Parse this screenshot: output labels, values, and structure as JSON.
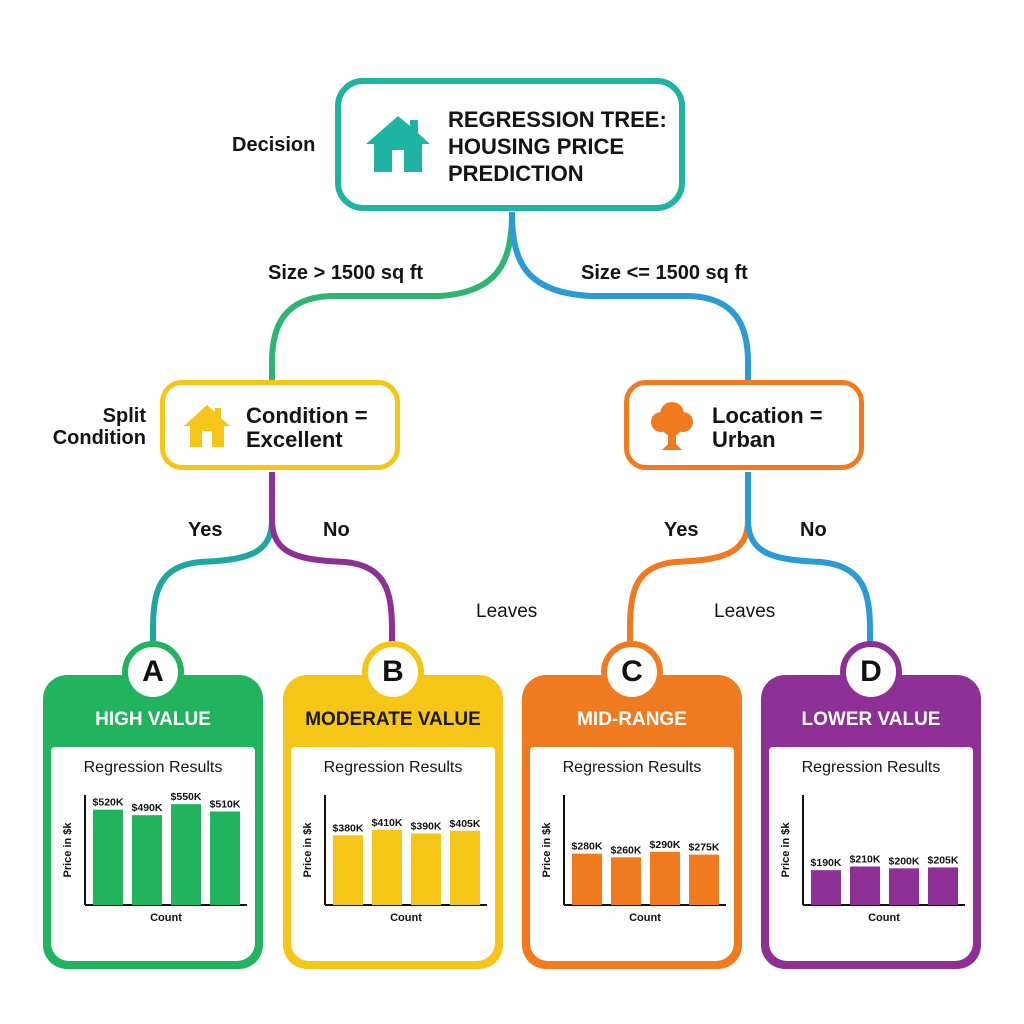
{
  "root": {
    "side_label": "Decision",
    "title_lines": [
      "REGRESSION TREE:",
      "HOUSING PRICE",
      "PREDICTION"
    ],
    "icon": "house-icon",
    "color": "#1eb3a3"
  },
  "splits": {
    "left_edge_label": "Size > 1500 sq ft",
    "right_edge_label": "Size <= 1500 sq ft"
  },
  "left_condition": {
    "side_label_lines": [
      "Split",
      "Condition"
    ],
    "text_lines": [
      "Condition =",
      "Excellent"
    ],
    "icon": "house-icon",
    "color": "#f5c518",
    "yes_label": "Yes",
    "no_label": "No"
  },
  "right_condition": {
    "text_lines": [
      "Location =",
      "Urban"
    ],
    "icon": "tree-icon",
    "color": "#f07a1f",
    "yes_label": "Yes",
    "no_label": "No"
  },
  "leaves_labels": [
    "Leaves",
    "Leaves"
  ],
  "leaves": [
    {
      "letter": "A",
      "title": "HIGH VALUE",
      "color": "#22b35e",
      "title_color": "#ffffff",
      "subtitle": "Regression Results",
      "ylabel": "Price in $k",
      "xlabel": "Count",
      "bar_labels": [
        "$520K",
        "$490K",
        "$550K",
        "$510K"
      ],
      "values": [
        520,
        490,
        550,
        510
      ]
    },
    {
      "letter": "B",
      "title": "MODERATE VALUE",
      "color": "#f5c518",
      "title_color": "#1a1a1a",
      "subtitle": "Regression Results",
      "ylabel": "Price in $k",
      "xlabel": "Count",
      "bar_labels": [
        "$380K",
        "$410K",
        "$390K",
        "$405K"
      ],
      "values": [
        380,
        410,
        390,
        405
      ]
    },
    {
      "letter": "C",
      "title": "MID-RANGE",
      "color": "#f07a1f",
      "title_color": "#ffffff",
      "subtitle": "Regression Results",
      "ylabel": "Price in $k",
      "xlabel": "Count",
      "bar_labels": [
        "$280K",
        "$260K",
        "$290K",
        "$275K"
      ],
      "values": [
        280,
        260,
        290,
        275
      ]
    },
    {
      "letter": "D",
      "title": "LOWER VALUE",
      "color": "#8e2f96",
      "title_color": "#ffffff",
      "subtitle": "Regression Results",
      "ylabel": "Price in $k",
      "xlabel": "Count",
      "bar_labels": [
        "$190K",
        "$210K",
        "$200K",
        "$205K"
      ],
      "values": [
        190,
        210,
        200,
        205
      ]
    }
  ],
  "chart_data": [
    {
      "type": "bar",
      "categories": [
        "$520K",
        "$490K",
        "$550K",
        "$510K"
      ],
      "values": [
        520,
        490,
        550,
        510
      ],
      "title": "Regression Results",
      "xlabel": "Count",
      "ylabel": "Price in $k",
      "ylim": [
        0,
        600
      ]
    },
    {
      "type": "bar",
      "categories": [
        "$380K",
        "$410K",
        "$390K",
        "$405K"
      ],
      "values": [
        380,
        410,
        390,
        405
      ],
      "title": "Regression Results",
      "xlabel": "Count",
      "ylabel": "Price in $k",
      "ylim": [
        0,
        600
      ]
    },
    {
      "type": "bar",
      "categories": [
        "$280K",
        "$260K",
        "$290K",
        "$275K"
      ],
      "values": [
        280,
        260,
        290,
        275
      ],
      "title": "Regression Results",
      "xlabel": "Count",
      "ylabel": "Price in $k",
      "ylim": [
        0,
        600
      ]
    },
    {
      "type": "bar",
      "categories": [
        "$190K",
        "$210K",
        "$200K",
        "$205K"
      ],
      "values": [
        190,
        210,
        200,
        205
      ],
      "title": "Regression Results",
      "xlabel": "Count",
      "ylabel": "Price in $k",
      "ylim": [
        0,
        600
      ]
    }
  ]
}
